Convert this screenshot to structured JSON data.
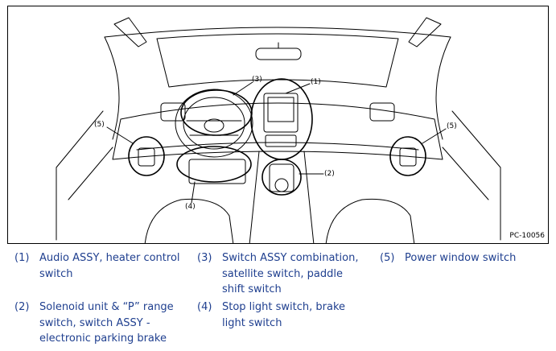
{
  "figure": {
    "id": "PC-10056",
    "callouts": [
      "(1)",
      "(2)",
      "(3)",
      "(4)",
      "(5)",
      "(5)"
    ]
  },
  "legend": [
    {
      "num": "(1)",
      "text": "Audio ASSY, heater control switch"
    },
    {
      "num": "(2)",
      "text": "Solenoid unit & “P” range switch, switch ASSY - electronic parking brake"
    },
    {
      "num": "(3)",
      "text": "Switch ASSY combination, satellite switch, paddle shift switch"
    },
    {
      "num": "(4)",
      "text": "Stop light switch, brake light switch"
    },
    {
      "num": "(5)",
      "text": "Power window switch"
    }
  ],
  "colors": {
    "legend_text": "#1f3f8f",
    "line": "#000000"
  }
}
